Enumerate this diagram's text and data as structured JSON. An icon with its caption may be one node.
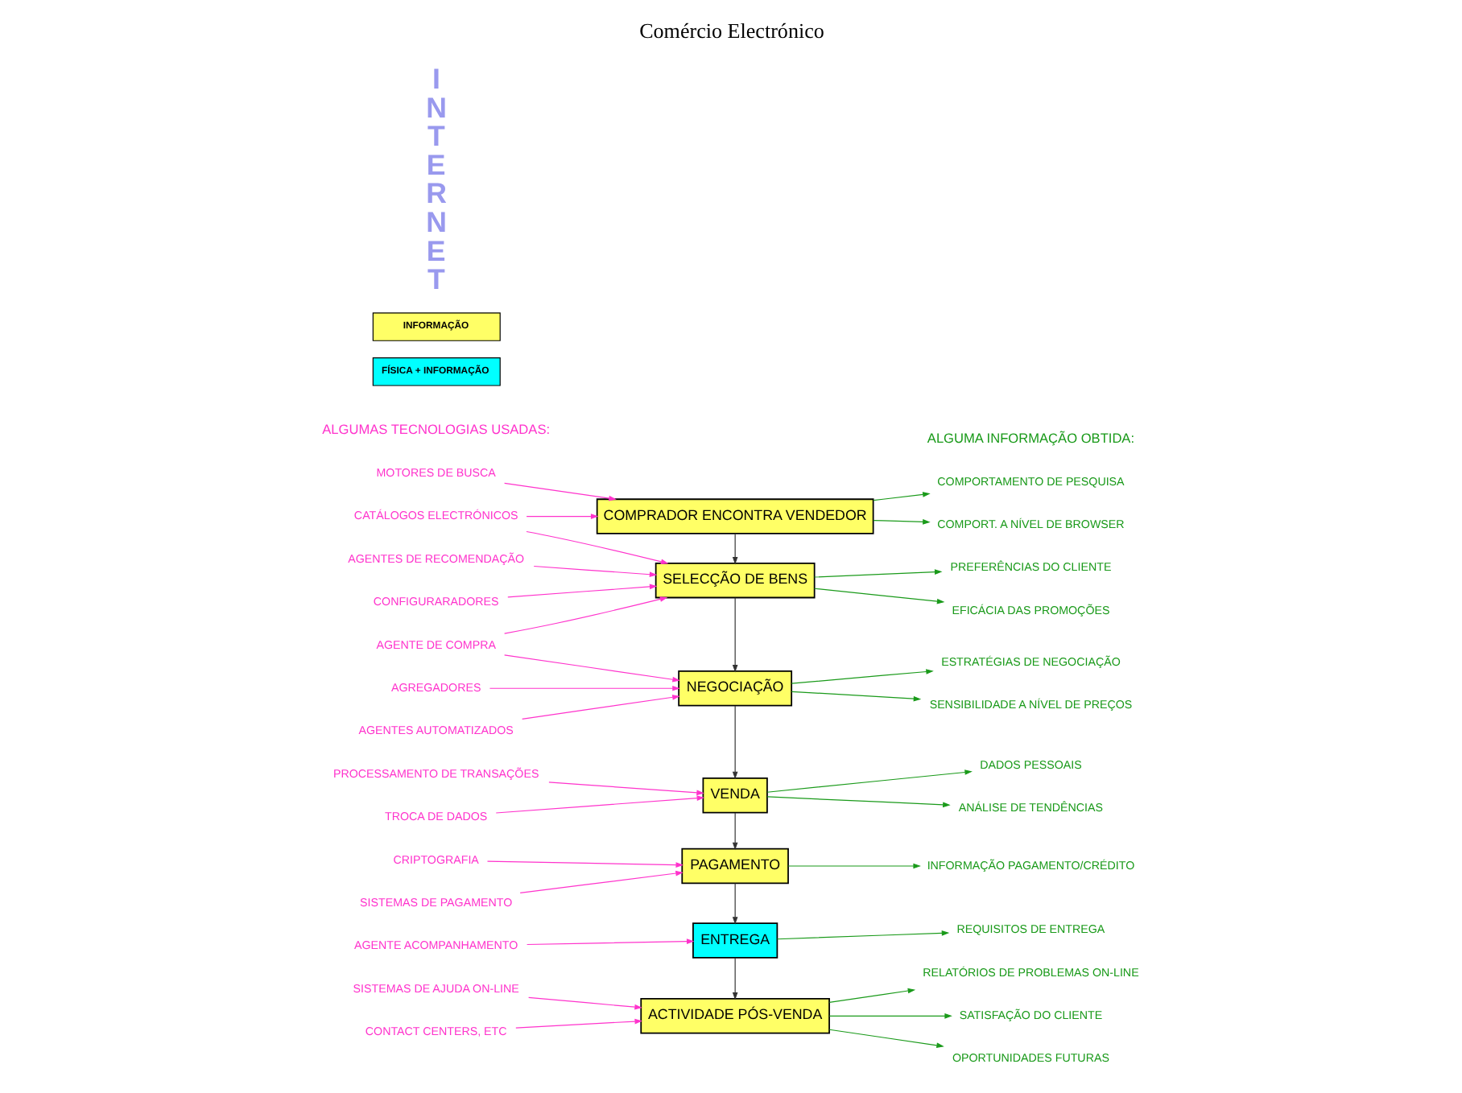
{
  "diagram": {
    "title": "Comércio Electrónico",
    "nodes": [
      {
        "text": [
          "COMPRADOR ENCONTRA VENDEDOR"
        ]
      },
      {
        "text": [
          "SELECÇÃO DE BENS"
        ]
      },
      {
        "text": [
          "NEGOCIAÇÃO"
        ]
      },
      {
        "text": [
          "VENDA"
        ]
      },
      {
        "text": [
          "PAGAMENTO"
        ]
      },
      {
        "text": [
          "ENTREGA"
        ]
      },
      {
        "text": [
          "ACTIVIDADE PÓS-VENDA"
        ]
      },
      {
        "text": [
          "MOTORES DE BUSCA"
        ]
      },
      {
        "text": [
          "CATÁLOGOS ELECTRÓNICOS"
        ]
      },
      {
        "text": [
          "AGENTES DE RECOMENDAÇÃO"
        ]
      },
      {
        "text": [
          "CONFIGURARADORES"
        ]
      },
      {
        "text": [
          "AGENTE DE COMPRA"
        ]
      },
      {
        "text": [
          "AGREGADORES"
        ]
      },
      {
        "text": [
          "AGENTES AUTOMATIZADOS"
        ]
      },
      {
        "text": [
          "PROCESSAMENTO DE TRANSAÇÕES"
        ]
      },
      {
        "text": [
          "TROCA DE DADOS"
        ]
      },
      {
        "text": [
          "CRIPTOGRAFIA"
        ]
      },
      {
        "text": [
          "SISTEMAS DE PAGAMENTO"
        ]
      },
      {
        "text": [
          "AGENTE ACOMPANHAMENTO"
        ]
      },
      {
        "text": [
          "SISTEMAS DE AJUDA ON-LINE"
        ]
      },
      {
        "text": [
          "CONTACT CENTERS, ETC"
        ]
      },
      {
        "text": [
          "COMPORTAMENTO DE PESQUISA"
        ]
      },
      {
        "text": [
          "COMPORT. A NÍVEL DE BROWSER"
        ]
      },
      {
        "text": [
          "PREFERÊNCIAS DO CLIENTE"
        ]
      },
      {
        "text": [
          "EFICÁCIA DAS PROMOÇÕES"
        ]
      },
      {
        "text": [
          "ESTRATÉGIAS DE NEGOCIAÇÃO"
        ]
      },
      {
        "text": [
          "SENSIBILIDADE A NÍVEL DE PREÇOS"
        ]
      },
      {
        "text": [
          "DADOS PESSOAIS"
        ]
      },
      {
        "text": [
          "ANÁLISE DE TENDÊNCIAS"
        ]
      },
      {
        "text": [
          "INFORMAÇÃO PAGAMENTO/CRÉDITO"
        ]
      },
      {
        "text": [
          "REQUISITOS DE ENTREGA"
        ]
      },
      {
        "text": [
          "RELATÓRIOS DE PROBLEMAS ON-LINE"
        ]
      },
      {
        "text": [
          "SATISFAÇÃO DO CLIENTE"
        ]
      },
      {
        "text": [
          "OPORTUNIDADES FUTURAS"
        ]
      }
    ],
    "edges": [
      {
        "from": 0,
        "to": 1,
        "arrow": "to",
        "color": "#333333"
      },
      {
        "from": 1,
        "to": 2,
        "arrow": "to",
        "color": "#333333"
      },
      {
        "from": 2,
        "to": 3,
        "arrow": "to",
        "color": "#333333"
      },
      {
        "from": 3,
        "to": 4,
        "arrow": "to",
        "color": "#333333"
      },
      {
        "from": 4,
        "to": 5,
        "arrow": "to",
        "color": "#333333"
      },
      {
        "from": 5,
        "to": 6,
        "arrow": "to",
        "color": "#333333"
      },
      {
        "from": 7,
        "to": 0,
        "arrow": "to",
        "color": "#ff33cc"
      },
      {
        "from": 8,
        "to": 0,
        "arrow": "to",
        "color": "#ff33cc"
      },
      {
        "from": 8,
        "to": 1,
        "arrow": "to",
        "color": "#ff33cc"
      },
      {
        "from": 9,
        "to": 1,
        "arrow": "to",
        "color": "#ff33cc"
      },
      {
        "from": 10,
        "to": 1,
        "arrow": "to",
        "color": "#ff33cc"
      },
      {
        "from": 11,
        "to": 1,
        "arrow": "to",
        "color": "#ff33cc"
      },
      {
        "from": 11,
        "to": 2,
        "arrow": "to",
        "color": "#ff33cc"
      },
      {
        "from": 12,
        "to": 2,
        "arrow": "to",
        "color": "#ff33cc"
      },
      {
        "from": 13,
        "to": 2,
        "arrow": "to",
        "color": "#ff33cc"
      },
      {
        "from": 14,
        "to": 3,
        "arrow": "to",
        "color": "#ff33cc"
      },
      {
        "from": 15,
        "to": 3,
        "arrow": "to",
        "color": "#ff33cc"
      },
      {
        "from": 16,
        "to": 4,
        "arrow": "to",
        "color": "#ff33cc"
      },
      {
        "from": 17,
        "to": 4,
        "arrow": "to",
        "color": "#ff33cc"
      },
      {
        "from": 18,
        "to": 5,
        "arrow": "to",
        "color": "#ff33cc"
      },
      {
        "from": 19,
        "to": 6,
        "arrow": "to",
        "color": "#ff33cc"
      },
      {
        "from": 20,
        "to": 6,
        "arrow": "to",
        "color": "#ff33cc"
      },
      {
        "from": 0,
        "to": 21,
        "arrow": "to",
        "color": "#1a9a1a"
      },
      {
        "from": 0,
        "to": 22,
        "arrow": "to",
        "color": "#1a9a1a"
      },
      {
        "from": 1,
        "to": 23,
        "arrow": "to",
        "color": "#1a9a1a"
      },
      {
        "from": 1,
        "to": 24,
        "arrow": "to",
        "color": "#1a9a1a"
      },
      {
        "from": 2,
        "to": 25,
        "arrow": "to",
        "color": "#1a9a1a"
      },
      {
        "from": 2,
        "to": 26,
        "arrow": "to",
        "color": "#1a9a1a"
      },
      {
        "from": 3,
        "to": 27,
        "arrow": "to",
        "color": "#1a9a1a"
      },
      {
        "from": 3,
        "to": 28,
        "arrow": "to",
        "color": "#1a9a1a"
      },
      {
        "from": 4,
        "to": 29,
        "arrow": "to",
        "color": "#1a9a1a"
      },
      {
        "from": 5,
        "to": 30,
        "arrow": "to",
        "color": "#1a9a1a"
      },
      {
        "from": 6,
        "to": 31,
        "arrow": "to",
        "color": "#1a9a1a"
      },
      {
        "from": 6,
        "to": 32,
        "arrow": "to",
        "color": "#1a9a1a"
      },
      {
        "from": 6,
        "to": 33,
        "arrow": "to",
        "color": "#1a9a1a"
      }
    ],
    "labels": [
      "ALGUMAS TECNOLOGIAS USADAS:",
      "ALGUMA INFORMAÇÃO OBTIDA:",
      "INTERNET"
    ],
    "legend": [
      {
        "text": "INFORMAÇÃO",
        "color": "#ffff66"
      },
      {
        "text": "FÍSICA + INFORMAÇÃO",
        "color": "#00ffff"
      }
    ]
  }
}
